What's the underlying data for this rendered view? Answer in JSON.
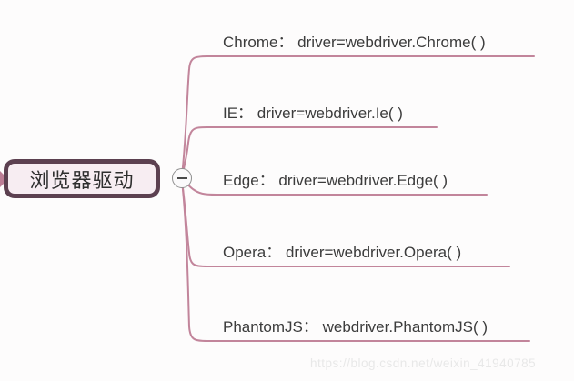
{
  "mindmap": {
    "root": {
      "label": "浏览器驱动"
    },
    "branches": [
      {
        "label": "Chrome： driver=webdriver.Chrome( )"
      },
      {
        "label": "IE： driver=webdriver.Ie( )"
      },
      {
        "label": "Edge： driver=webdriver.Edge( )"
      },
      {
        "label": "Opera： driver=webdriver.Opera( )"
      },
      {
        "label": "PhantomJS： webdriver.PhantomJS( )"
      }
    ],
    "collapse_state": "expanded"
  },
  "watermark": {
    "text": "https://blog.csdn.net/weixin_41940785"
  },
  "colors": {
    "branch_line": "#c2859b",
    "parent_arrow": "#bc7d95",
    "node_border": "#5c4050",
    "node_fill": "#f7edf2",
    "node_text": "#2e2e2e",
    "branch_text": "#3c3c3c",
    "collapse_border": "#8f8f8f",
    "watermark_text": "#e8e8e8",
    "background": "#fdfcfc"
  }
}
